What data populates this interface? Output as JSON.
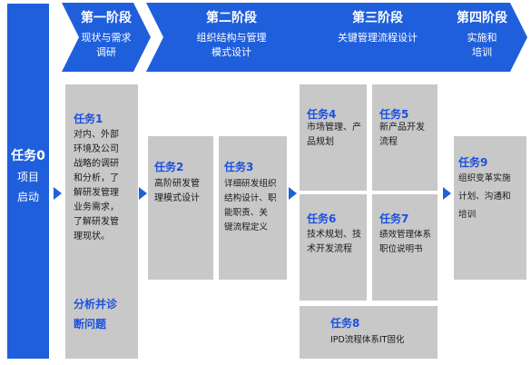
{
  "stages": [
    {
      "title": "第一阶段",
      "subtitle": [
        "现状与需求",
        "调研"
      ]
    },
    {
      "title": "第二阶段",
      "subtitle": [
        "组织结构与管理",
        "模式设计"
      ]
    },
    {
      "title": "第三阶段",
      "subtitle": [
        "关键管理流程设计"
      ]
    },
    {
      "title": "第四阶段",
      "subtitle": [
        "实施和",
        "培训"
      ]
    }
  ],
  "start": {
    "title": "任务0",
    "line1": "项目",
    "line2": "启动"
  },
  "tasks": {
    "t1": {
      "title": "任务1",
      "body": [
        "对内、外部",
        "环境及公司",
        "战略的调研",
        "和分析，了",
        "解研发管理",
        "业务需求，",
        "了解研发管",
        "理现状。"
      ],
      "footer": [
        "分析并诊",
        "断问题"
      ]
    },
    "t2": {
      "title": "任务2",
      "body": [
        "高阶研发管",
        "理模式设计"
      ]
    },
    "t3": {
      "title": "任务3",
      "body": [
        "详细研发组织",
        "结构设计、职",
        "能职责、关",
        "键流程定义"
      ]
    },
    "t4": {
      "title": "任务4",
      "body": [
        "市场管理、产",
        "品规划"
      ]
    },
    "t5": {
      "title": "任务5",
      "body": [
        "新产品开发",
        "流程"
      ]
    },
    "t6": {
      "title": "任务6",
      "body": [
        "技术规划、技",
        "术开发流程"
      ]
    },
    "t7": {
      "title": "任务7",
      "body": [
        "绩效管理体系",
        "职位说明书"
      ]
    },
    "t8": {
      "title": "任务8",
      "body": [
        "IPD流程体系IT固化"
      ]
    },
    "t9": {
      "title": "任务9",
      "body": [
        "组织变革实施",
        "计划、沟通和",
        "培训"
      ]
    }
  },
  "colors": {
    "accent": "#1f5fdc",
    "card": "#c8c8c8",
    "task_title": "#1a50e0"
  }
}
